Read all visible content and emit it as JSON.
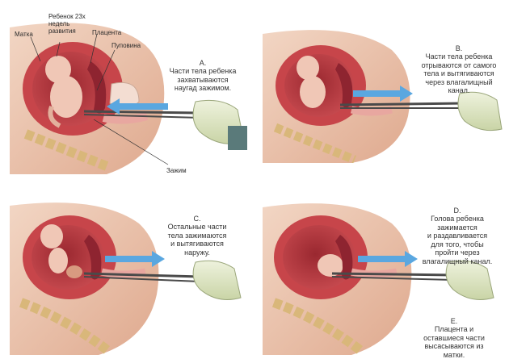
{
  "labels": {
    "uterus": "Матка",
    "fetus": "Ребенок 23х\nнедель\nразвития",
    "placenta": "Плацента",
    "cord": "Пуповина",
    "clamp": "Зажим"
  },
  "steps": [
    {
      "letter": "A.",
      "text": "Части тела ребенка\nзахватываются\nнаугад зажимом."
    },
    {
      "letter": "B.",
      "text": "Части тела ребенка\nотрываются от самого\nтела и вытягиваются\nчерез влагалищный\nканал."
    },
    {
      "letter": "C.",
      "text": "Остальные части\nтела зажимаются\nи вытягиваются\nнаружу."
    },
    {
      "letter": "D.",
      "text": "Голова ребенка\nзажимается\nи раздавливается\nдля того, чтобы\nпройти через\nвлагалищный канал."
    },
    {
      "letter": "E.",
      "text": "Плацента и\nоставшиеся части\nвысасываются из\nматки."
    }
  ],
  "colors": {
    "skin": "#e9c3ad",
    "uterus_wall": "#c7454a",
    "uterus_inner": "#b23038",
    "fetus": "#f0c7b6",
    "arrow": "#5aa7e0",
    "glove": "#dfe7c6",
    "bone": "#d9b77a"
  }
}
